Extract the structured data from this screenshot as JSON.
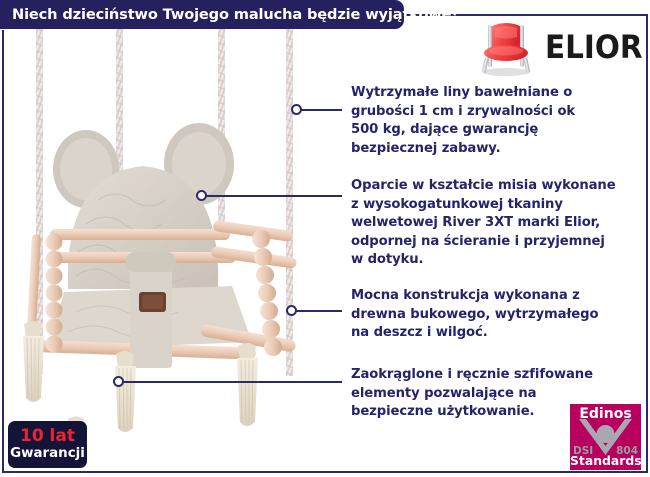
{
  "banner": {
    "headline": "Niech dzieciństwo Twojego malucha będzie wyjątkowe!"
  },
  "brand_logo": {
    "name": "ELIOR",
    "icon": "red-chair-icon",
    "chair_color": "#f2474b",
    "text_color": "#1a1a1a"
  },
  "product": {
    "alt": "Drewniana huśtawka dla dziecka z oparciem w kształcie misia",
    "icon": "baby-swing-photo"
  },
  "callouts": [
    {
      "id": "ropes",
      "text": "Wytrzymałe liny bawełniane o grubości 1 cm i zrywalności ok 500 kg, dające gwarancję bezpiecznej zabawy.",
      "lines": [
        "Wytrzymałe liny bawełniane o",
        "grubości 1 cm i zrywalności ok",
        "500 kg, dające gwarancję",
        "bezpiecznej zabawy."
      ]
    },
    {
      "id": "backrest",
      "text": "Oparcie w kształcie misia wykonane z wysokogatunkowej tkaniny welwetowej River 3XT marki Elior, odpornej na ścieranie i przyjemnej w dotyku.",
      "lines": [
        "Oparcie w kształcie misia wykonane",
        "z wysokogatunkowej tkaniny",
        "welwetowej River 3XT marki Elior,",
        "odpornej na ścieranie i przyjemnej",
        "w dotyku."
      ]
    },
    {
      "id": "construction",
      "text": "Mocna konstrukcja wykonana z drewna bukowego, wytrzymałego na deszcz i wilgoć.",
      "lines": [
        "Mocna konstrukcja wykonana z",
        "drewna bukowego, wytrzymałego",
        "na deszcz i wilgoć."
      ]
    },
    {
      "id": "rounded-elements",
      "text": "Zaokrąglone i ręcznie szfifowane elementy pozwalające na bezpieczne użytkowanie.",
      "lines": [
        "Zaokrąglone i ręcznie szfifowane",
        "elementy pozwalające na",
        "bezpieczne użytkowanie."
      ]
    }
  ],
  "warranty_badge": {
    "top": "10 lat",
    "bottom": "Gwarancji",
    "top_color": "#ef2230",
    "background": "#131438"
  },
  "certification_badge": {
    "brand": "Edinos",
    "code_left": "DSI",
    "code_right": "804",
    "label": "Standards",
    "background": "#b8005f",
    "icon": "v-check-icon"
  },
  "theme": {
    "navy": "#2b2a66",
    "banner_bg": "#24215e",
    "text_navy": "#25246a"
  }
}
